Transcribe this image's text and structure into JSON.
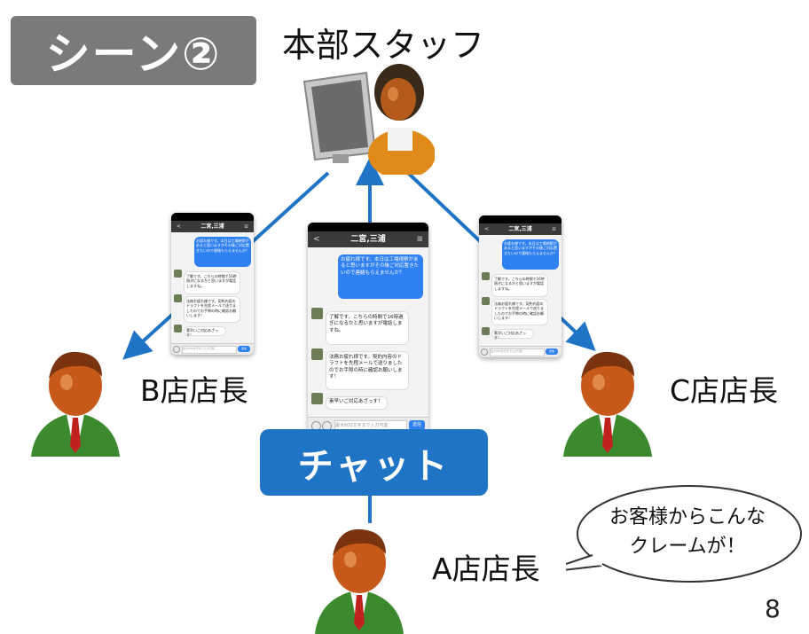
{
  "scene_title": "シーン②",
  "hq_label": "本部スタッフ",
  "store_b_label": "B店店長",
  "store_c_label": "C店店長",
  "store_a_label": "A店店長",
  "chat_label": "チャット",
  "speech_bubble": {
    "line1": "お客様からこんな",
    "line2": "クレームが！"
  },
  "page_number": "8",
  "phone": {
    "title": "二宮,三浦",
    "blue_msg": "お疲れ様です。本日は工場視察があると思いますがその後ご対応置きたいので連絡もらえませんか？",
    "reply1": "了解です。こちらの時間で16時過ぎになるかと思いますが電話しますね。",
    "reply2": "法務お疲れ様です。契約内容のドラフトを先程メールで送りましたのでお手隙の時に確認お願いします！",
    "reply3": "素早いご対応あざっす！",
    "input_placeholder": "最大600文字まで入力可能",
    "send": "送信"
  },
  "colors": {
    "arrow": "#1f74c6",
    "badge": "#7a7a7a",
    "chat_banner": "#1f74c6",
    "bubble_blue": "#2f80f0"
  }
}
